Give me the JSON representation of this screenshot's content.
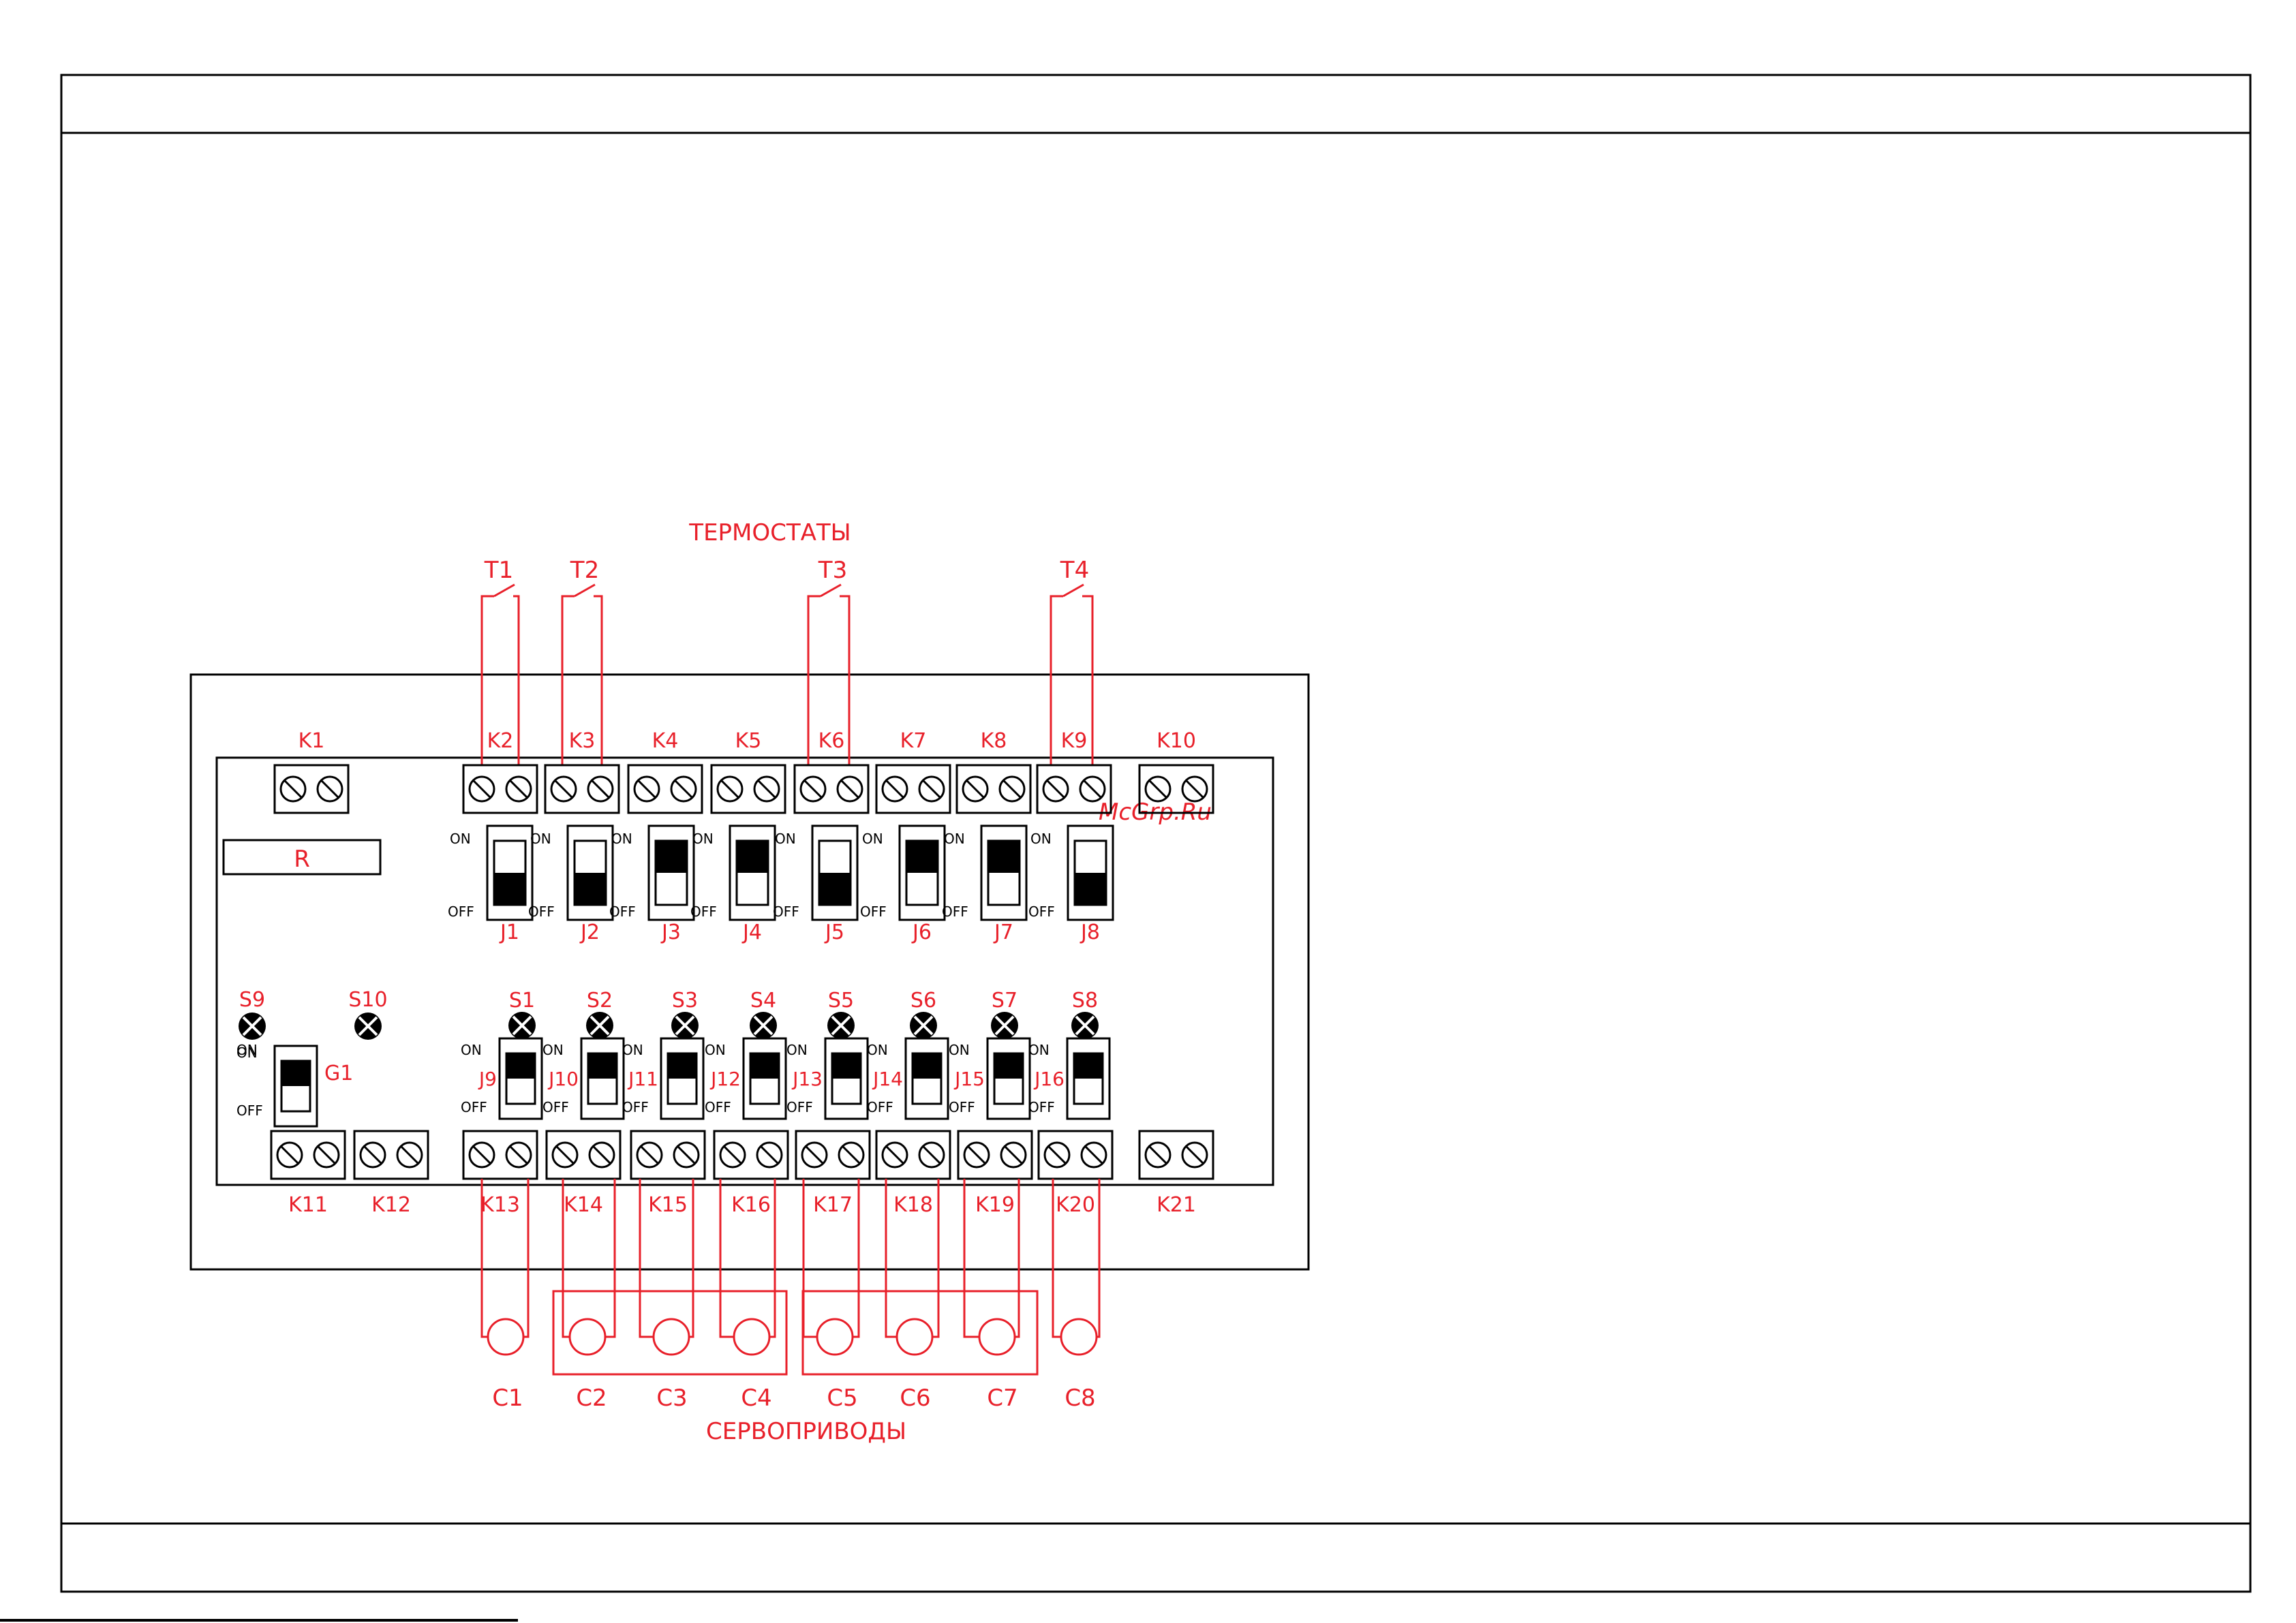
{
  "watermark": "McGrp.Ru",
  "titles": {
    "thermostats": "ТЕРМОСТАТЫ",
    "servos": "СЕРВОПРИВОДЫ"
  },
  "resistor_label": "R",
  "thermostats": [
    "T1",
    "T2",
    "T3",
    "T4"
  ],
  "top_terminals": [
    "K1",
    "K2",
    "K3",
    "K4",
    "K5",
    "K6",
    "K7",
    "K8",
    "K9",
    "K10"
  ],
  "bottom_terminals": [
    "K11",
    "K12",
    "K13",
    "K14",
    "K15",
    "K16",
    "K17",
    "K18",
    "K19",
    "K20",
    "K21"
  ],
  "upper_jumpers": [
    "J1",
    "J2",
    "J3",
    "J4",
    "J5",
    "J6",
    "J7",
    "J8"
  ],
  "lower_jumpers": [
    "J9",
    "J10",
    "J11",
    "J12",
    "J13",
    "J14",
    "J15",
    "J16"
  ],
  "leds": [
    "S1",
    "S2",
    "S3",
    "S4",
    "S5",
    "S6",
    "S7",
    "S8"
  ],
  "leds_left": [
    "S9",
    "S10"
  ],
  "g_switch": "G1",
  "switch_on": "ON",
  "switch_off": "OFF",
  "servo_labels": [
    "C1",
    "C2",
    "C3",
    "C4",
    "C5",
    "C6",
    "C7",
    "C8"
  ],
  "upper_switch_state": [
    "off",
    "off",
    "on",
    "on",
    "off",
    "on",
    "on",
    "off"
  ],
  "lower_switch_state": [
    "on",
    "on",
    "on",
    "on",
    "on",
    "on",
    "on",
    "on"
  ],
  "g_switch_state": "on",
  "colors": {
    "line": "#000000",
    "label": "#e8202a",
    "switch_fill": "#000000"
  }
}
